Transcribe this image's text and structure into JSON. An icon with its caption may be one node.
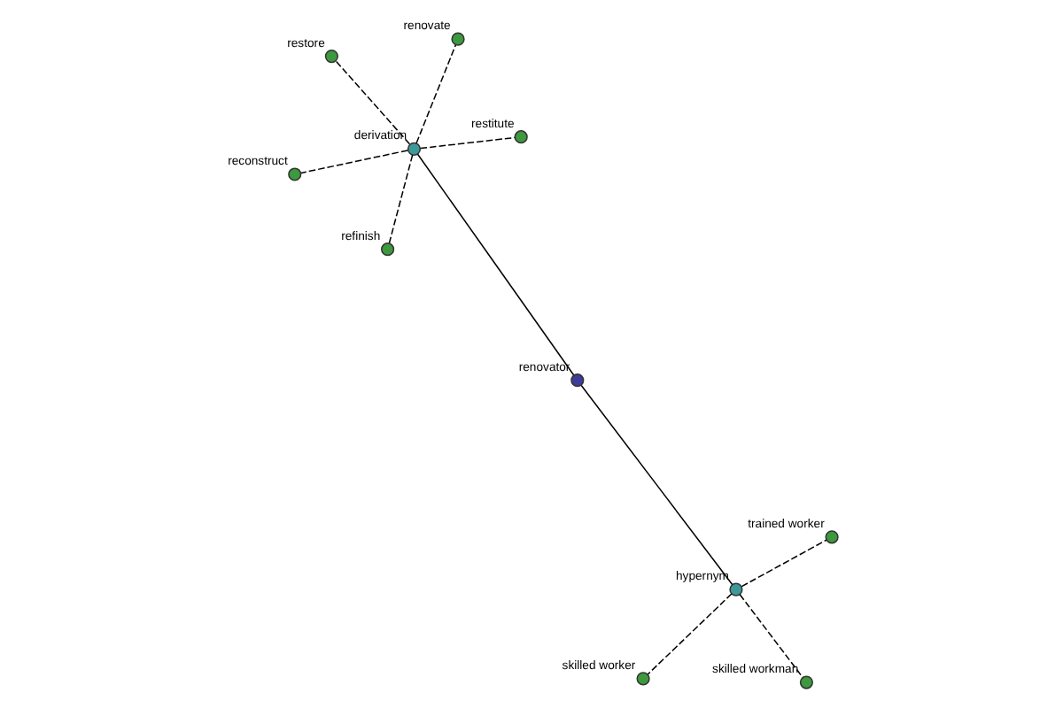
{
  "diagram": {
    "nodes": [
      {
        "text": [
          "reconstruct"
        ]
      },
      {
        "text": [
          "restitute"
        ]
      },
      {
        "text": [
          "refinish"
        ]
      },
      {
        "text": [
          "renovate"
        ]
      },
      {
        "text": [
          "derivation"
        ]
      },
      {
        "text": [
          "restore"
        ]
      },
      {
        "text": [
          "renovator"
        ]
      },
      {
        "text": [
          "hypernym"
        ]
      },
      {
        "text": [
          "skilled worker"
        ]
      },
      {
        "text": [
          "skilled workman"
        ]
      },
      {
        "text": [
          "trained worker"
        ]
      }
    ],
    "edges": [
      {
        "from": 6,
        "to": 4,
        "arrow": "none"
      },
      {
        "from": 6,
        "to": 7,
        "arrow": "none"
      },
      {
        "from": 4,
        "to": 0,
        "arrow": "none",
        "style": "dashed"
      },
      {
        "from": 4,
        "to": 1,
        "arrow": "none",
        "style": "dashed"
      },
      {
        "from": 4,
        "to": 2,
        "arrow": "none",
        "style": "dashed"
      },
      {
        "from": 4,
        "to": 3,
        "arrow": "none",
        "style": "dashed"
      },
      {
        "from": 4,
        "to": 5,
        "arrow": "none",
        "style": "dashed"
      },
      {
        "from": 7,
        "to": 8,
        "arrow": "none",
        "style": "dashed"
      },
      {
        "from": 7,
        "to": 9,
        "arrow": "none",
        "style": "dashed"
      },
      {
        "from": 7,
        "to": 10,
        "arrow": "none",
        "style": "dashed"
      }
    ]
  }
}
